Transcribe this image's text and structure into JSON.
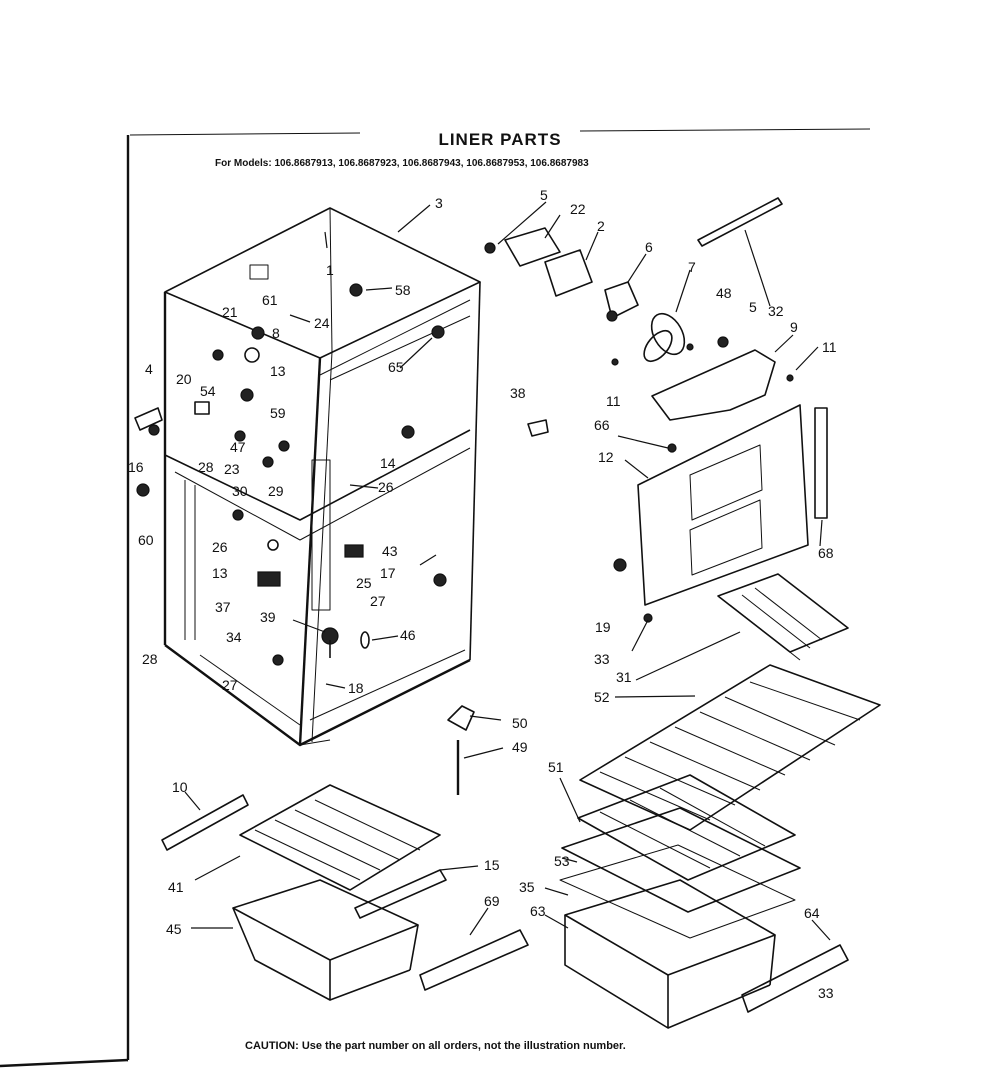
{
  "title": "LINER PARTS",
  "models_line": "For Models: 106.8687913, 106.8687923, 106.8687943, 106.8687953, 106.8687983",
  "caution": "CAUTION: Use the part number on all orders, not the illustration number.",
  "callouts": {
    "c3": "3",
    "c1": "1",
    "c58": "58",
    "c21": "21",
    "c61": "61",
    "c8": "8",
    "c24": "24",
    "c4": "4",
    "c20": "20",
    "c54": "54",
    "c13a": "13",
    "c59": "59",
    "c65": "65",
    "c16": "16",
    "c47": "47",
    "c28a": "28",
    "c23": "23",
    "c30": "30",
    "c29": "29",
    "c60": "60",
    "c14": "14",
    "c26a": "26",
    "c26b": "26",
    "c13b": "13",
    "c43": "43",
    "c17": "17",
    "c25": "25",
    "c37": "37",
    "c27a": "27",
    "c39": "39",
    "c46": "46",
    "c28b": "28",
    "c34": "34",
    "c27b": "27",
    "c18": "18",
    "c38": "38",
    "c5a": "5",
    "c22": "22",
    "c2": "2",
    "c6": "6",
    "c7": "7",
    "c48": "48",
    "c5b": "5",
    "c32": "32",
    "c9": "9",
    "c11a": "11",
    "c11b": "11",
    "c66": "66",
    "c12": "12",
    "c68": "68",
    "c19": "19",
    "c33": "33",
    "c31": "31",
    "c52": "52",
    "c50": "50",
    "c49": "49",
    "c51": "51",
    "c10": "10",
    "c41": "41",
    "c15": "15",
    "c53": "53",
    "c35": "35",
    "c45": "45",
    "c69": "69",
    "c63": "63",
    "c64": "64",
    "c33b": "33"
  }
}
